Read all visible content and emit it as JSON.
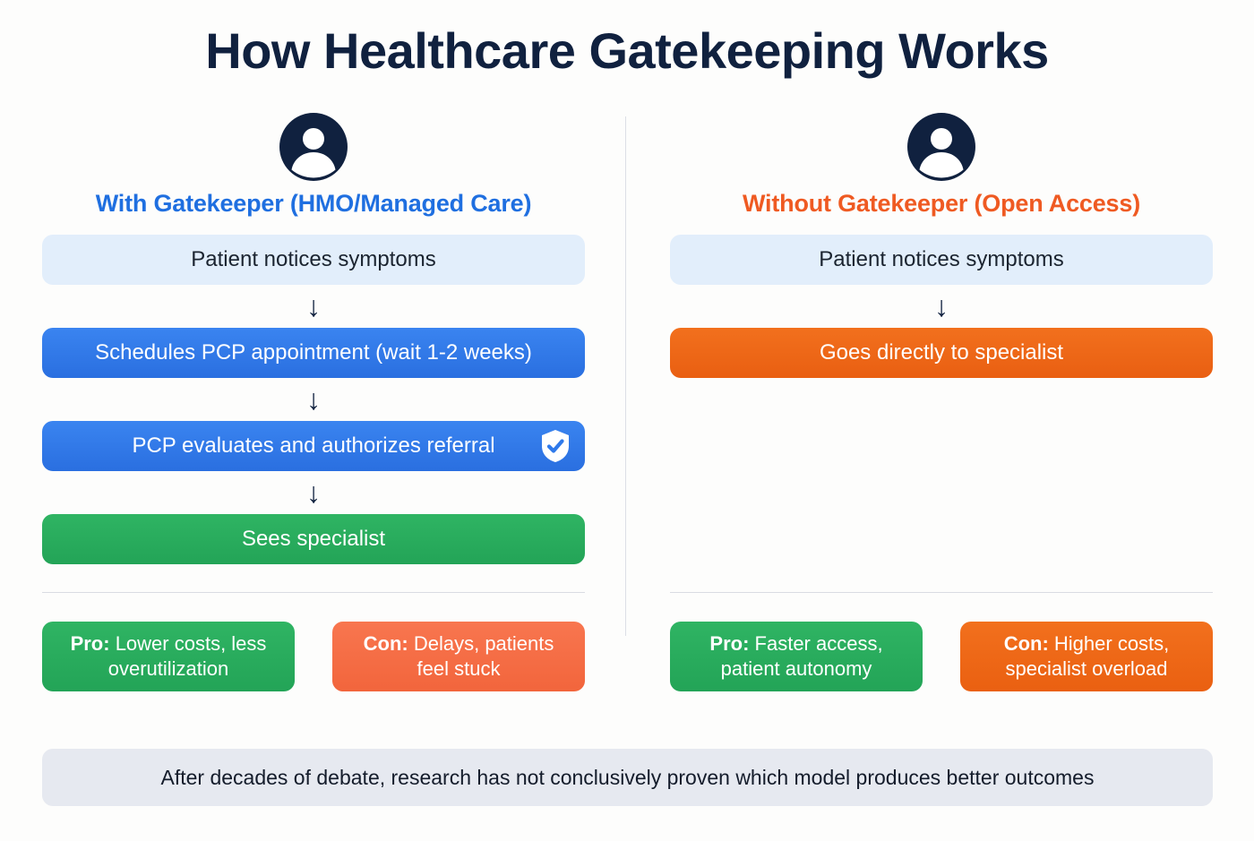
{
  "title": "How Healthcare Gatekeeping Works",
  "colors": {
    "background": "#fdfdfc",
    "title": "#10213f",
    "left_accent": "#1f6fe0",
    "right_accent": "#ef5a22",
    "light_box": "#e2eefb",
    "blue_box": "#2f7aeb",
    "green_box": "#28aa5c",
    "orange_box": "#ef6a16",
    "con_soft": "#f56d45",
    "footer_bg": "#e6e9f0",
    "divider": "#dcdfe6"
  },
  "columns": [
    {
      "id": "with-gatekeeper",
      "avatar_icon": "person-icon",
      "heading": "With Gatekeeper (HMO/Managed Care)",
      "heading_color": "#1f6fe0",
      "steps": [
        {
          "label": "Patient notices symptoms",
          "style": "light",
          "badge": null
        },
        {
          "label": "Schedules PCP appointment (wait 1-2 weeks)",
          "style": "blue",
          "badge": null
        },
        {
          "label": "PCP evaluates and authorizes referral",
          "style": "blue",
          "badge": "shield-check-icon"
        },
        {
          "label": "Sees specialist",
          "style": "green",
          "badge": null
        }
      ],
      "arrow_glyph": "↓",
      "cards": [
        {
          "kind": "Pro:",
          "text": "Lower costs, less overutilization",
          "style": "pro"
        },
        {
          "kind": "Con:",
          "text": "Delays, patients feel stuck",
          "style": "con-soft"
        }
      ]
    },
    {
      "id": "without-gatekeeper",
      "avatar_icon": "person-icon",
      "heading": "Without Gatekeeper (Open Access)",
      "heading_color": "#ef5a22",
      "steps": [
        {
          "label": "Patient notices symptoms",
          "style": "light",
          "badge": null
        },
        {
          "label": "Goes directly to specialist",
          "style": "orange",
          "badge": null
        }
      ],
      "arrow_glyph": "↓",
      "cards": [
        {
          "kind": "Pro:",
          "text": "Faster access, patient autonomy",
          "style": "pro"
        },
        {
          "kind": "Con:",
          "text": "Higher costs, specialist overload",
          "style": "con-hard"
        }
      ]
    }
  ],
  "footer": "After decades of debate, research has not conclusively proven which model produces better outcomes"
}
